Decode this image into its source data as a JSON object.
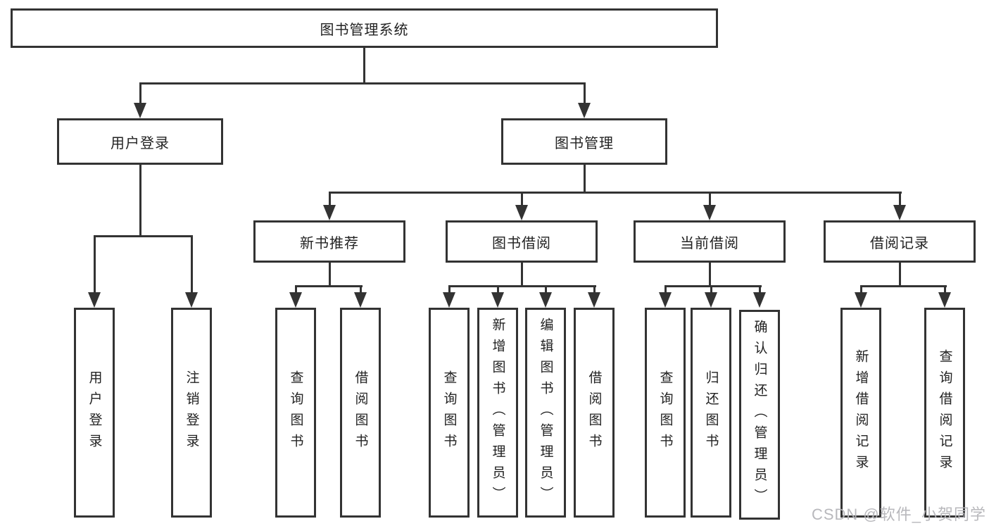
{
  "colors": {
    "line": "#333333",
    "box_border": "#333333",
    "text": "#222222",
    "background": "#ffffff",
    "watermark": "#b5b5b9"
  },
  "watermark": "CSDN @软件_小贺同学",
  "tree": {
    "root": {
      "label": "图书管理系统"
    },
    "branches": [
      {
        "label": "用户登录",
        "leaves": [
          {
            "label": "用户登录"
          },
          {
            "label": "注销登录"
          }
        ]
      },
      {
        "label": "图书管理",
        "children": [
          {
            "label": "新书推荐",
            "leaves": [
              {
                "label": "查询图书"
              },
              {
                "label": "借阅图书"
              }
            ]
          },
          {
            "label": "图书借阅",
            "leaves": [
              {
                "label": "查询图书"
              },
              {
                "label": "新增图书（管理员）"
              },
              {
                "label": "编辑图书（管理员）"
              },
              {
                "label": "借阅图书"
              }
            ]
          },
          {
            "label": "当前借阅",
            "leaves": [
              {
                "label": "查询图书"
              },
              {
                "label": "归还图书"
              },
              {
                "label": "确认归还（管理员）"
              }
            ]
          },
          {
            "label": "借阅记录",
            "leaves": [
              {
                "label": "新增借阅记录"
              },
              {
                "label": "查询借阅记录"
              }
            ]
          }
        ]
      }
    ]
  }
}
